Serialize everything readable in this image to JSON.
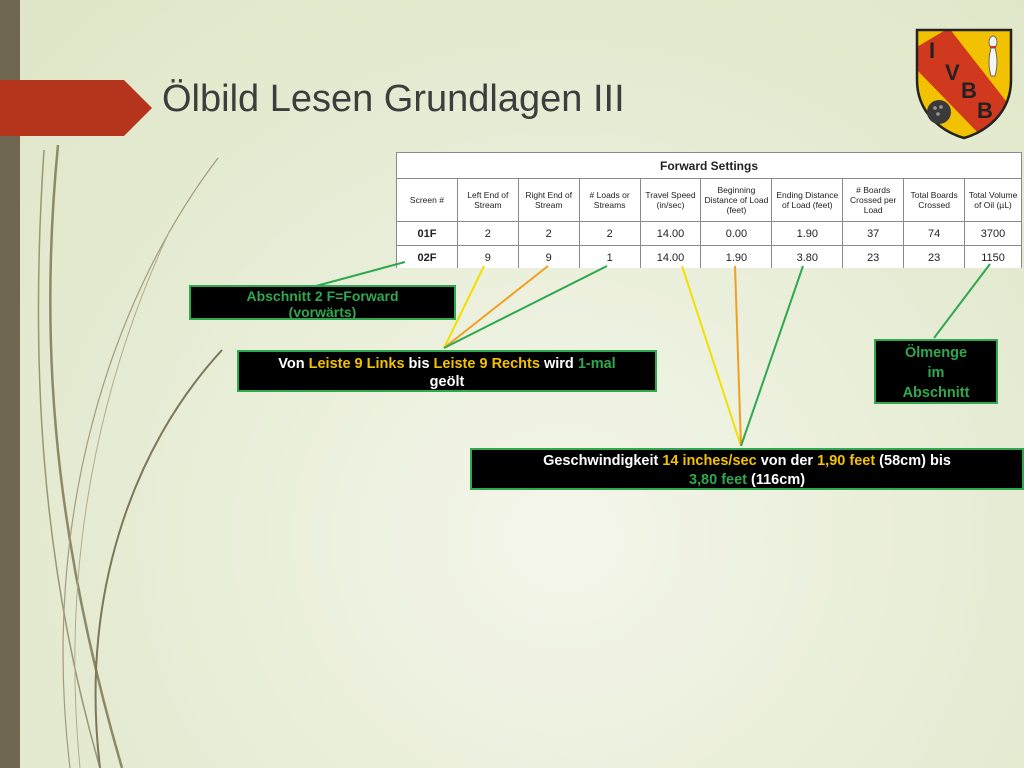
{
  "slide": {
    "title": "Ölbild Lesen Grundlagen III"
  },
  "logo": {
    "letters": [
      "I",
      "V",
      "B",
      "B"
    ]
  },
  "colors": {
    "accent_red": "#b5341c",
    "callout_green": "#2fa84f",
    "highlight_yellow": "#f2c200",
    "left_bar": "#6f6750"
  },
  "table": {
    "title": "Forward Settings",
    "headers": [
      "Screen #",
      "Left End of Stream",
      "Right End of Stream",
      "# Loads or Streams",
      "Travel Speed (in/sec)",
      "Beginning Distance of Load (feet)",
      "Ending Distance of Load (feet)",
      "# Boards Crossed per Load",
      "Total Boards Crossed",
      "Total Volume of Oil (µL)"
    ],
    "rows": [
      [
        "01F",
        "2",
        "2",
        "2",
        "14.00",
        "0.00",
        "1.90",
        "37",
        "74",
        "3700"
      ],
      [
        "02F",
        "9",
        "9",
        "1",
        "14.00",
        "1.90",
        "3.80",
        "23",
        "23",
        "1150"
      ]
    ]
  },
  "callouts": {
    "section": {
      "line1": "Abschnitt 2  F=Forward",
      "line2": "(vorwärts)"
    },
    "boards": {
      "p1": "Von ",
      "p2": "Leiste 9 Links",
      "p3": " bis ",
      "p4": "Leiste 9 Rechts",
      "p5": " wird ",
      "p6": "1-mal",
      "p7": "geölt"
    },
    "oil": {
      "line1": "Ölmenge",
      "line2": "im",
      "line3": "Abschnitt"
    },
    "speed": {
      "p1": "Geschwindigkeit ",
      "p2": "14 inches/sec",
      "p3": " von der ",
      "p4": "1,90 feet",
      "p5": "  (58cm) bis",
      "p6": "3,80 feet",
      "p7": " (116cm)"
    }
  }
}
